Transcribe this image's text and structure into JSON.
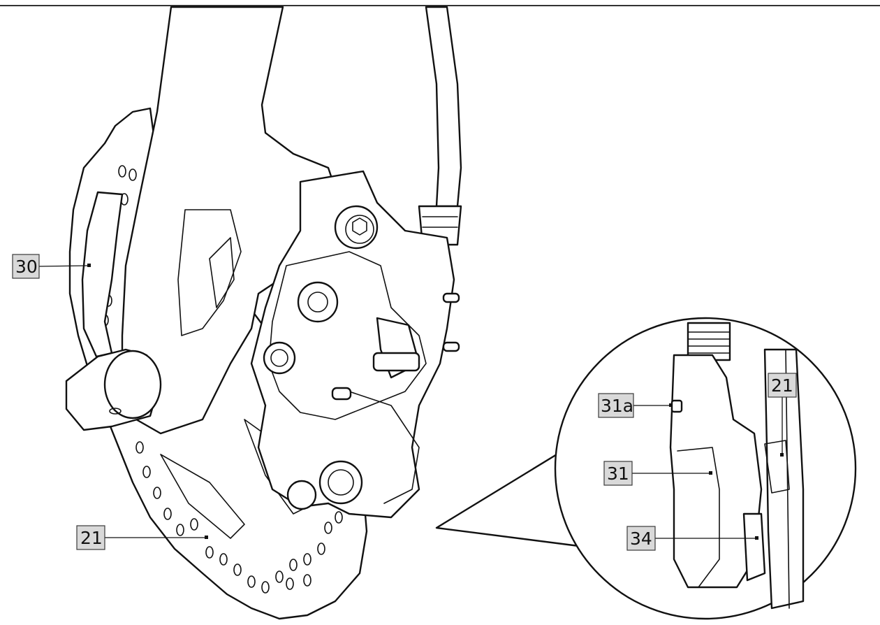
{
  "labels": {
    "c30": "30",
    "c21_main": "21",
    "c31a": "31a",
    "c21_detail": "21",
    "c31": "31",
    "c34": "34"
  },
  "icons": {
    "brake_assembly": "front-brake-caliper-assembly-illustration",
    "detail": "brake-pad-detail-magnifier"
  }
}
